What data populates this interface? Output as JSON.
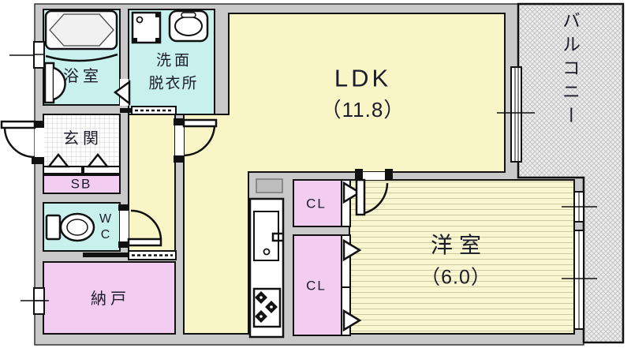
{
  "rooms": {
    "ldk": {
      "label": "LDK",
      "size": "（11.8）"
    },
    "western": {
      "label": "洋室",
      "size": "（6.0）"
    },
    "balcony": {
      "label": "バルコニー"
    },
    "bathroom": {
      "label": "浴室"
    },
    "washroom": {
      "line1": "洗面",
      "line2": "脱衣所"
    },
    "entrance": {
      "label": "玄関"
    },
    "shoebox": {
      "label": "SB"
    },
    "wc": {
      "label": "WC"
    },
    "storage": {
      "label": "納戸"
    },
    "closet_upper": {
      "label": "CL"
    },
    "closet_lower": {
      "label": "CL"
    }
  },
  "colors": {
    "room_yellow": "#f8f6c6",
    "room_cyan": "#c8f1ee",
    "room_pink": "#f3cdf1",
    "wall_gray": "#c9c9c9",
    "outline": "#111111",
    "balcony_fill": "#ececec",
    "stripe_line": "#ccc9a2"
  }
}
